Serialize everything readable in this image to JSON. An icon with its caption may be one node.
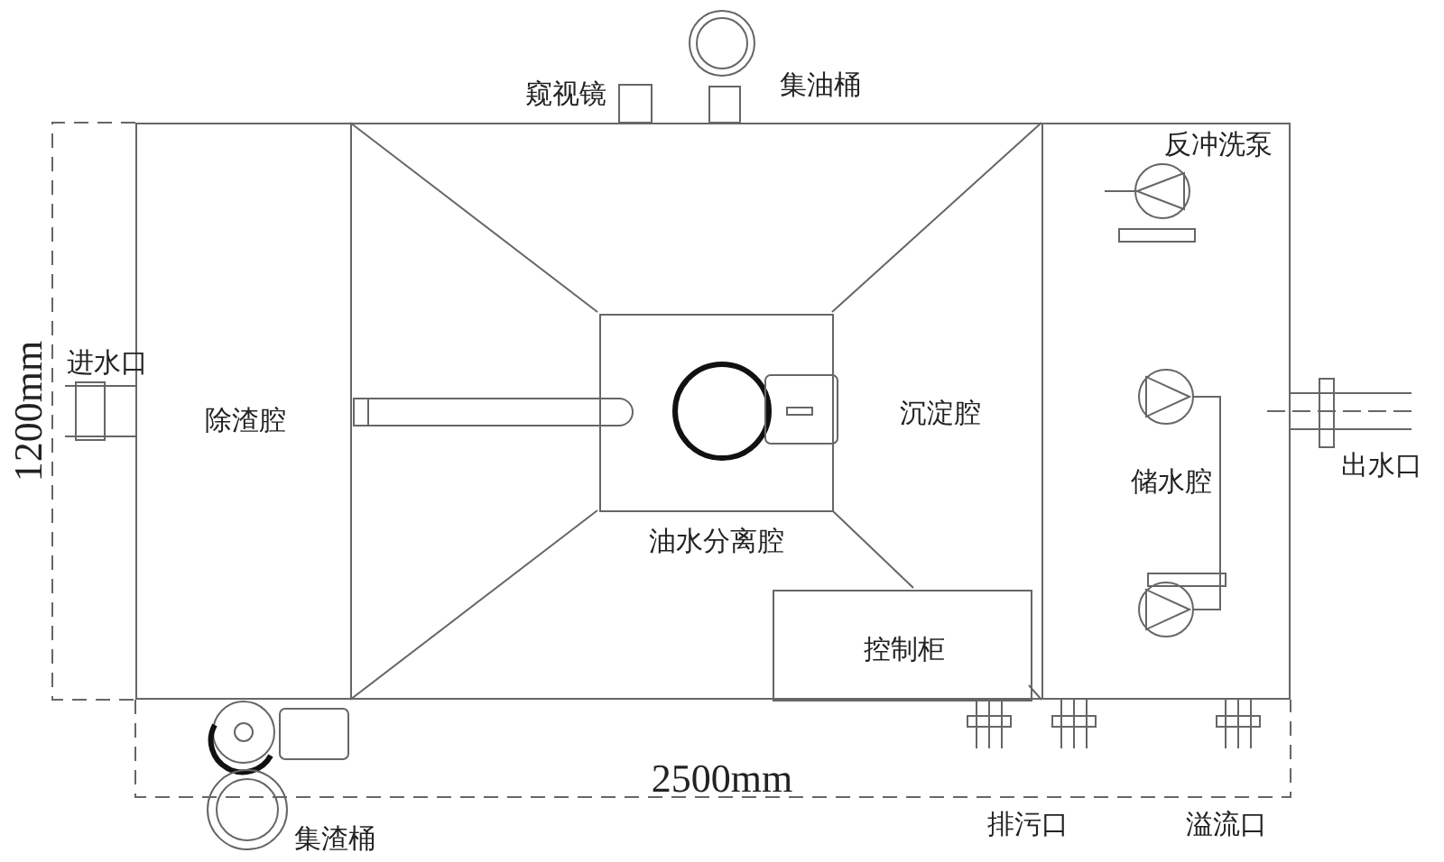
{
  "diagram": {
    "nodes": [
      {
        "text": [
          "除渣腔"
        ]
      },
      {
        "text": [
          "沉淀腔"
        ]
      },
      {
        "text": [
          "油水分离腔"
        ],
        "in": 1
      },
      {
        "text": [
          "控制柜"
        ],
        "in": 1
      },
      {
        "text": [
          "储水腔"
        ]
      }
    ],
    "labels": [
      "窥视镜",
      "集油桶",
      "反冲洗泵",
      "进水口",
      "1200mm",
      "出水口",
      "2500mm",
      "排污口",
      "溢流口",
      "集渣桶"
    ]
  }
}
